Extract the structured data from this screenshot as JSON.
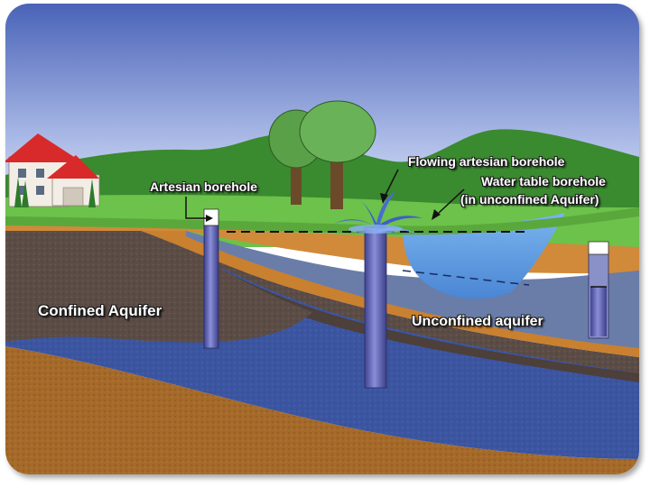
{
  "labels": {
    "artesian_borehole": "Artesian borehole",
    "flowing_artesian_borehole": "Flowing artesian borehole",
    "water_table_borehole": "Water table borehole",
    "water_table_borehole_sub": "(in unconfined Aquifer)",
    "confined_aquifer": "Confined Aquifer",
    "unconfined_aquifer": "Unconfined aquifer"
  },
  "colors": {
    "sky_top": "#4a63b8",
    "sky_bottom": "#e8eefb",
    "hills": "#3a8a2f",
    "grass": "#6cc24a",
    "soil": "#d08a3a",
    "rock": "#5a4b45",
    "aquifer": "#3c5aa8",
    "water_table": "#5fa0e0",
    "pipe": "#5a5fb0",
    "house_roof": "#d82a2a",
    "house_wall": "#f2eee6"
  },
  "icons": [
    "house-icon",
    "tree-icon",
    "fountain-icon"
  ]
}
